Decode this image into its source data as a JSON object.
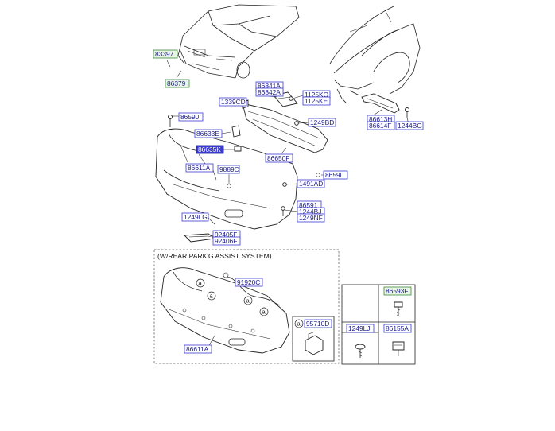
{
  "labels": {
    "l83397": "83397",
    "l86379": "86379",
    "l86841A": "86841A",
    "l86842A": "86842A",
    "l1125KO": "1125KO",
    "l1125KE": "1125KE",
    "l1339CD": "1339CD",
    "l86590a": "86590",
    "l86633E": "86633E",
    "l86635K": "86635K",
    "l1249BD": "1249BD",
    "l86650F": "86650F",
    "l86613H": "86613H",
    "l86614F": "86614F",
    "l1244BG": "1244BG",
    "l86611A": "86611A",
    "l9889C": "9889C",
    "l86590b": "86590",
    "l1491AD": "1491AD",
    "l86591": "86591",
    "l1244BJ": "1244BJ",
    "l1249NF": "1249NF",
    "l1249LG": "1249LG",
    "l92405F": "92405F",
    "l92406F": "92406F",
    "l91920C": "91920C",
    "l95710D": "95710D",
    "l86611Ab": "86611A",
    "l86593F": "86593F",
    "l1249LJ": "1249LJ",
    "l86155A": "86155A"
  },
  "option_box": {
    "title": "(W/REAR PARK'G ASSIST SYSTEM)",
    "ref_letter": "a"
  }
}
